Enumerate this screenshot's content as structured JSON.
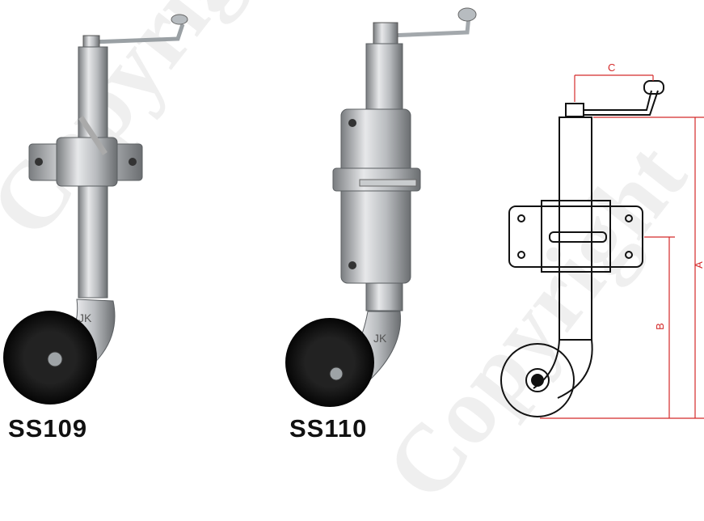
{
  "watermark": {
    "text": "Copyright"
  },
  "products": [
    {
      "model": "SS109",
      "mark": "JK"
    },
    {
      "model": "SS110",
      "mark": "JK"
    }
  ],
  "diagram": {
    "labels": {
      "a": "A",
      "b": "B",
      "c": "C"
    },
    "dimension_color": "#d42a2a"
  }
}
